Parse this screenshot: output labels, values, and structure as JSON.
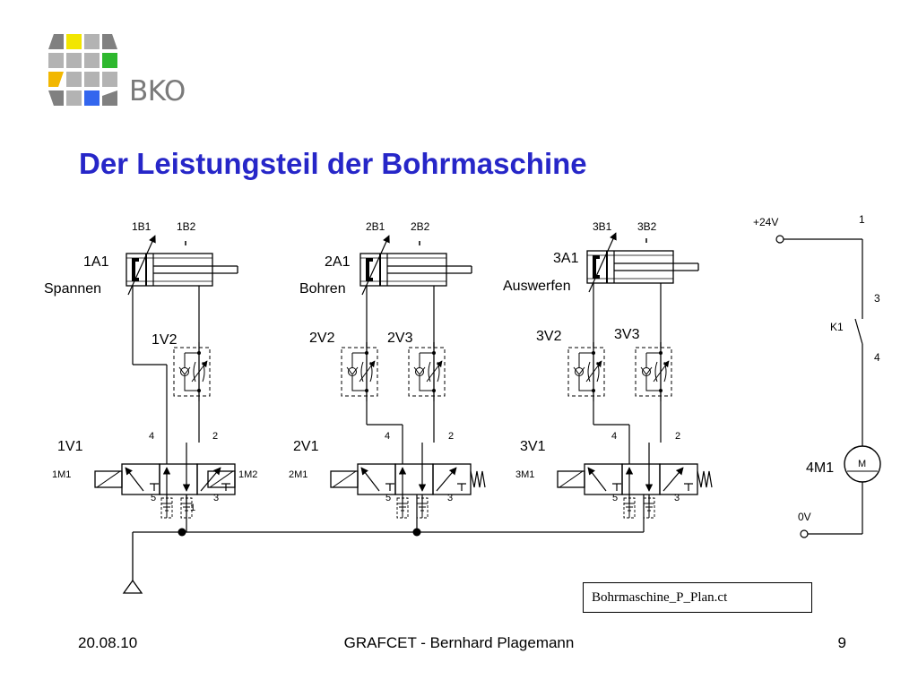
{
  "logo": {
    "text": "BKO",
    "colors": {
      "grey": "#b3b3b3",
      "dark_grey": "#808080",
      "yellow": "#f2e600",
      "green": "#2eb82e",
      "blue": "#3366ee",
      "orange": "#f2b700"
    }
  },
  "slide": {
    "title": "Der Leistungsteil der Bohrmaschine",
    "title_color": "#2626c8"
  },
  "diagram": {
    "cylinders": [
      {
        "id": "1A1",
        "name": "Spannen",
        "sensors": [
          "1B1",
          "1B2"
        ]
      },
      {
        "id": "2A1",
        "name": "Bohren",
        "sensors": [
          "2B1",
          "2B2"
        ]
      },
      {
        "id": "3A1",
        "name": "Auswerfen",
        "sensors": [
          "3B1",
          "3B2"
        ]
      }
    ],
    "throttles": [
      "1V2",
      "2V2",
      "2V3",
      "3V2",
      "3V3"
    ],
    "valves": [
      {
        "id": "1V1",
        "solenoids": [
          "1M1",
          "1M2"
        ]
      },
      {
        "id": "2V1",
        "solenoids": [
          "2M1"
        ]
      },
      {
        "id": "3V1",
        "solenoids": [
          "3M1"
        ]
      }
    ],
    "port_labels": {
      "p4": "4",
      "p2": "2",
      "p5": "5",
      "p3": "3",
      "p1": "1"
    },
    "circuit": {
      "supply_plus": "+24V",
      "supply_zero": "0V",
      "contact": "K1",
      "terminals": [
        "1",
        "3",
        "4"
      ],
      "motor_id": "4M1",
      "motor_symbol": "M"
    }
  },
  "file_label": "Bohrmaschine_P_Plan.ct",
  "footer": {
    "date": "20.08.10",
    "center": "GRAFCET - Bernhard Plagemann",
    "page": "9"
  }
}
